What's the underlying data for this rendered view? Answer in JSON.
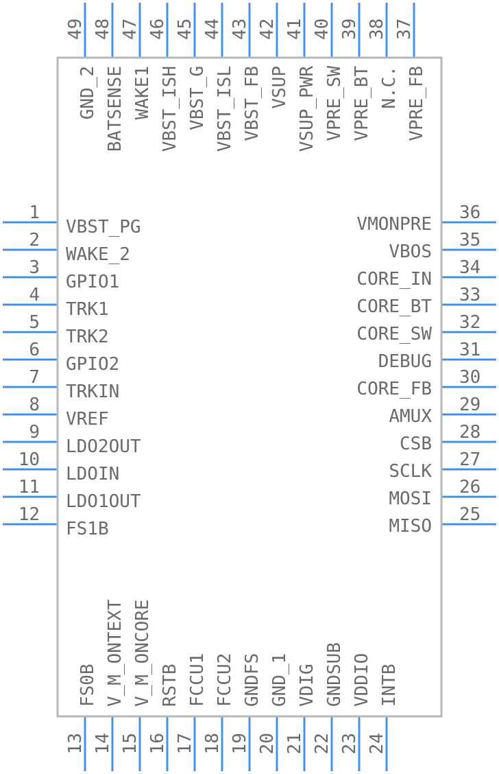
{
  "colors": {
    "body_stroke": "#b8b8b8",
    "body_fill": "#ffffff",
    "pin_line": "#4a90e2",
    "text": "#6a6a6a"
  },
  "pins": {
    "left": [
      {
        "num": "1",
        "name": "VBST_PG"
      },
      {
        "num": "2",
        "name": "WAKE_2"
      },
      {
        "num": "3",
        "name": "GPIO1"
      },
      {
        "num": "4",
        "name": "TRK1"
      },
      {
        "num": "5",
        "name": "TRK2"
      },
      {
        "num": "6",
        "name": "GPIO2"
      },
      {
        "num": "7",
        "name": "TRKIN"
      },
      {
        "num": "8",
        "name": "VREF"
      },
      {
        "num": "9",
        "name": "LDO2OUT"
      },
      {
        "num": "10",
        "name": "LDOIN"
      },
      {
        "num": "11",
        "name": "LDO1OUT"
      },
      {
        "num": "12",
        "name": "FS1B"
      }
    ],
    "bottom": [
      {
        "num": "13",
        "name": "FS0B"
      },
      {
        "num": "14",
        "name": "V_M_ONTEXT"
      },
      {
        "num": "15",
        "name": "V_M_ONCORE"
      },
      {
        "num": "16",
        "name": "RSTB"
      },
      {
        "num": "17",
        "name": "FCCU1"
      },
      {
        "num": "18",
        "name": "FCCU2"
      },
      {
        "num": "19",
        "name": "GNDFS"
      },
      {
        "num": "20",
        "name": "GND_1"
      },
      {
        "num": "21",
        "name": "VDIG"
      },
      {
        "num": "22",
        "name": "GNDSUB"
      },
      {
        "num": "23",
        "name": "VDDIO"
      },
      {
        "num": "24",
        "name": "INTB"
      }
    ],
    "right": [
      {
        "num": "25",
        "name": "MISO"
      },
      {
        "num": "26",
        "name": "MOSI"
      },
      {
        "num": "27",
        "name": "SCLK"
      },
      {
        "num": "28",
        "name": "CSB"
      },
      {
        "num": "29",
        "name": "AMUX"
      },
      {
        "num": "30",
        "name": "CORE_FB"
      },
      {
        "num": "31",
        "name": "DEBUG"
      },
      {
        "num": "32",
        "name": "CORE_SW"
      },
      {
        "num": "33",
        "name": "CORE_BT"
      },
      {
        "num": "34",
        "name": "CORE_IN"
      },
      {
        "num": "35",
        "name": "VBOS"
      },
      {
        "num": "36",
        "name": "VMONPRE"
      }
    ],
    "top": [
      {
        "num": "37",
        "name": "VPRE_FB"
      },
      {
        "num": "38",
        "name": "N.C."
      },
      {
        "num": "39",
        "name": "VPRE_BT"
      },
      {
        "num": "40",
        "name": "VPRE_SW"
      },
      {
        "num": "41",
        "name": "VSUP_PWR"
      },
      {
        "num": "42",
        "name": "VSUP"
      },
      {
        "num": "43",
        "name": "VBST_FB"
      },
      {
        "num": "44",
        "name": "VBST_ISL"
      },
      {
        "num": "45",
        "name": "VBST_G"
      },
      {
        "num": "46",
        "name": "VBST_ISH"
      },
      {
        "num": "47",
        "name": "WAKE1"
      },
      {
        "num": "48",
        "name": "BATSENSE"
      },
      {
        "num": "49",
        "name": "GND_2"
      }
    ]
  }
}
